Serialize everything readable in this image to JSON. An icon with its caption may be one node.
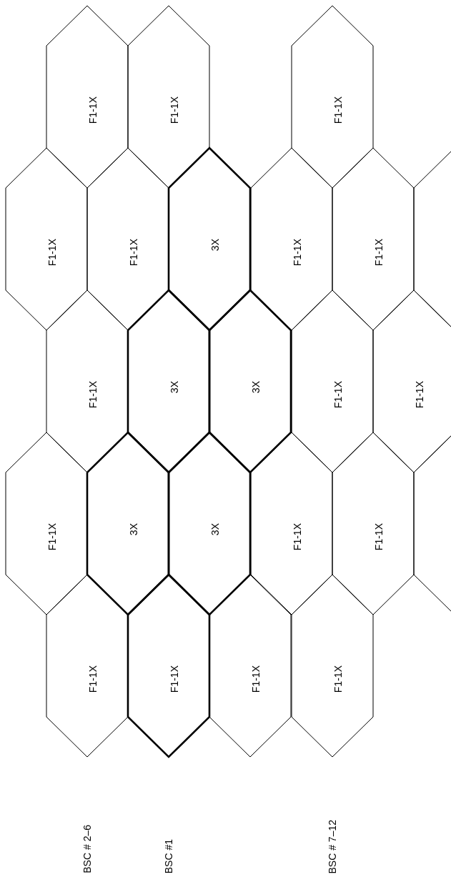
{
  "diagram": {
    "nodes": [
      {
        "text": [
          "F1-1X"
        ]
      },
      {
        "text": [
          "F1-1X"
        ]
      },
      {
        "text": [
          "F1-1X"
        ]
      },
      {
        "text": [
          "F1-1X"
        ]
      },
      {
        "text": [
          "F1-1X"
        ]
      },
      {
        "text": [
          "3X"
        ]
      },
      {
        "text": [
          "F1-1X"
        ]
      },
      {
        "text": [
          "F1-1X"
        ]
      },
      {
        "text": [],
        "shape": "hexagon"
      },
      {
        "text": [
          "F1-1X"
        ]
      },
      {
        "text": [
          "3X"
        ]
      },
      {
        "text": [
          "3X"
        ]
      },
      {
        "text": [
          "F1-1X"
        ]
      },
      {
        "text": [
          "F1-1X"
        ]
      },
      {
        "text": [
          "F1-1X"
        ]
      },
      {
        "text": [
          "3X"
        ]
      },
      {
        "text": [
          "3X"
        ]
      },
      {
        "text": [
          "F1-1X"
        ]
      },
      {
        "text": [
          "F1-1X"
        ]
      },
      {
        "text": [],
        "shape": "hexagon"
      },
      {
        "text": [
          "F1-1X"
        ]
      },
      {
        "text": [
          "F1-1X"
        ]
      },
      {
        "text": [
          "F1-1X"
        ]
      },
      {
        "text": [
          "F1-1X"
        ]
      }
    ],
    "labels": [
      "BSC # 2–6",
      "BSC #1",
      "BSC # 7–12"
    ]
  }
}
